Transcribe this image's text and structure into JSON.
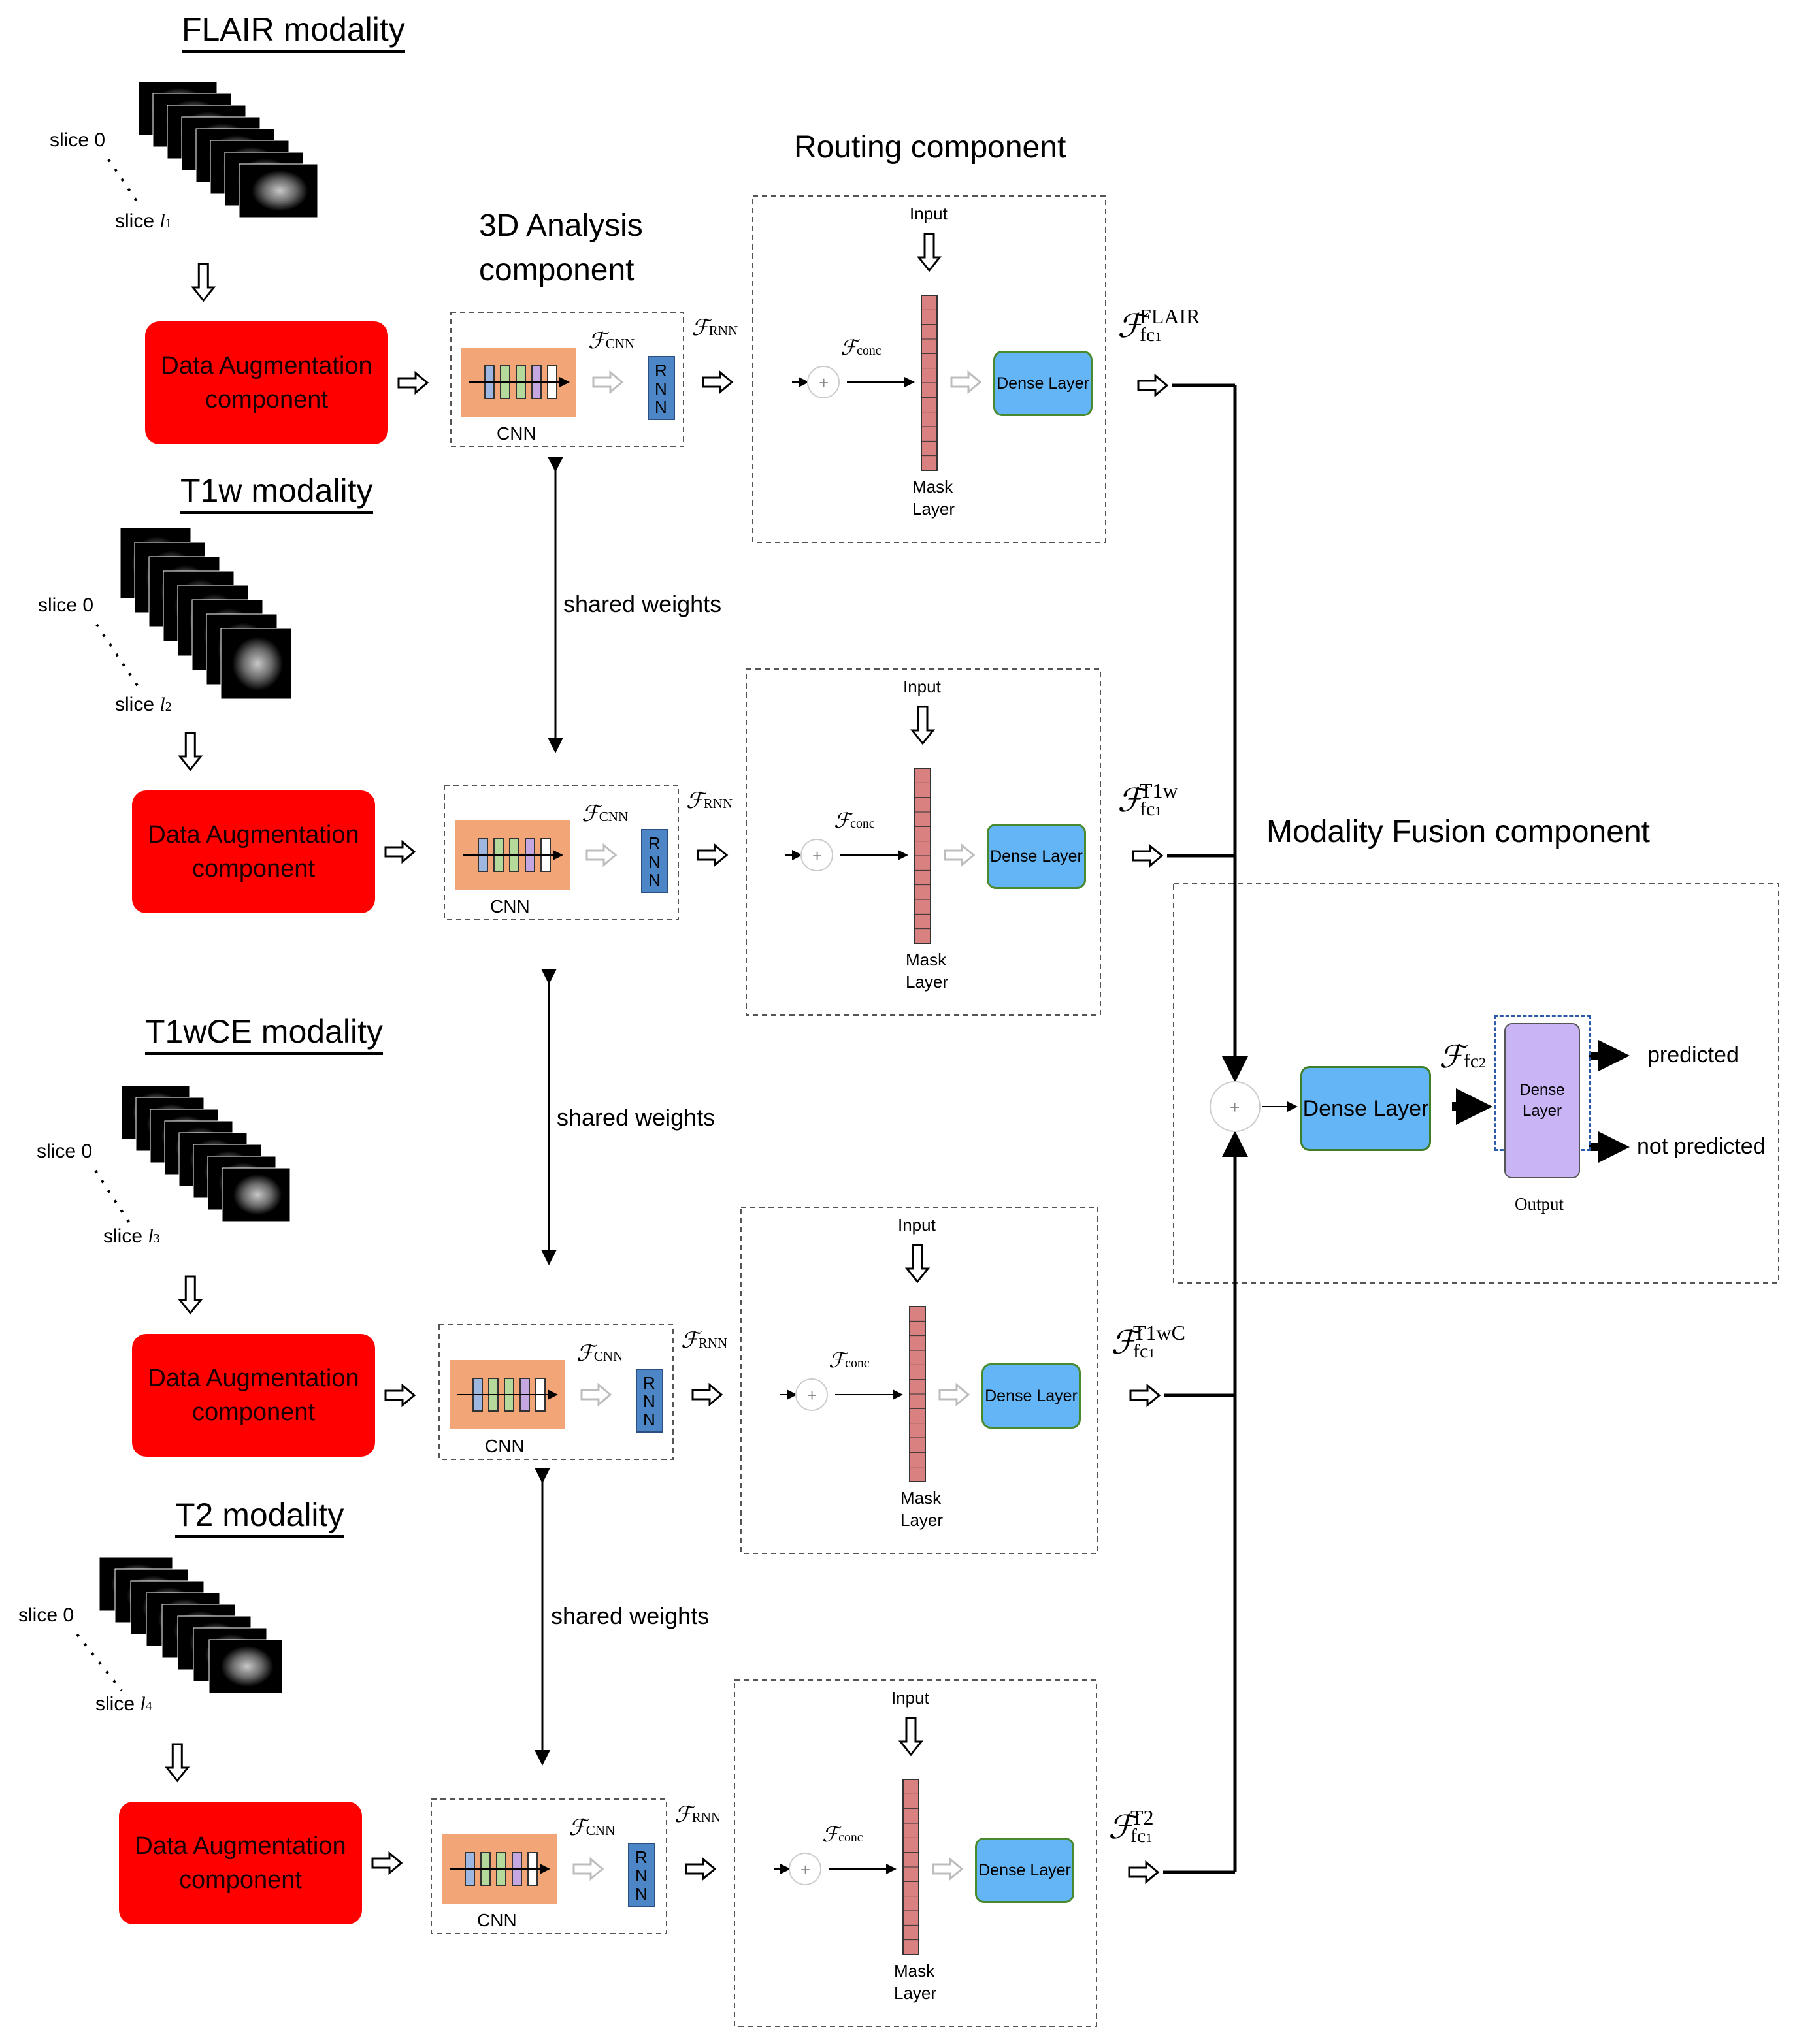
{
  "titles": {
    "routing": "Routing component",
    "analysis_line1": "3D Analysis",
    "analysis_line2": "component",
    "fusion": "Modality Fusion component"
  },
  "modalities": [
    {
      "label": "FLAIR modality",
      "slice_first": "slice 0",
      "slice_last_prefix": "slice ",
      "slice_last_var": "l",
      "slice_last_sub": "1",
      "feature_sup": "FLAIR"
    },
    {
      "label": "T1w modality",
      "slice_first": "slice 0",
      "slice_last_prefix": "slice ",
      "slice_last_var": "l",
      "slice_last_sub": "2",
      "feature_sup": "T1w"
    },
    {
      "label": "T1wCE modality",
      "slice_first": "slice 0",
      "slice_last_prefix": "slice ",
      "slice_last_var": "l",
      "slice_last_sub": "3",
      "feature_sup": "T1wC"
    },
    {
      "label": "T2 modality",
      "slice_first": "slice 0",
      "slice_last_prefix": "slice ",
      "slice_last_var": "l",
      "slice_last_sub": "4",
      "feature_sup": "T2"
    }
  ],
  "augmentation": {
    "line1": "Data Augmentation",
    "line2": "component"
  },
  "cnn": {
    "label": "CNN",
    "rnn_letters": [
      "R",
      "N",
      "N"
    ]
  },
  "math": {
    "F": "ℱ",
    "cnn_sub": "CNN",
    "rnn_sub": "RNN",
    "conc_sub": "conc",
    "fc1_sub": "fc",
    "fc1_sub_idx": "1",
    "fc2_sub": "fc",
    "fc2_sub_idx": "2"
  },
  "routing_box": {
    "input": "Input",
    "mask_line1": "Mask",
    "mask_line2": "Layer",
    "dense": "Dense Layer"
  },
  "shared_weights": "shared weights",
  "fusion": {
    "dense": "Dense Layer",
    "output_dense_line1": "Dense",
    "output_dense_line2": "Layer",
    "output": "Output",
    "predicted": "predicted",
    "not_predicted": "not predicted"
  },
  "colors": {
    "augmentation": "#ff0000",
    "cnn_block": "#f2a678",
    "rnn_block": "#4d86c6",
    "mask_layer": "#d98080",
    "dense_layer": "#64b5f6",
    "output_dense": "#c9b5f5",
    "cnn_bars": [
      "#9db7e0",
      "#b5d99a",
      "#b5d99a",
      "#c4a6e0",
      "#ffffff"
    ]
  }
}
